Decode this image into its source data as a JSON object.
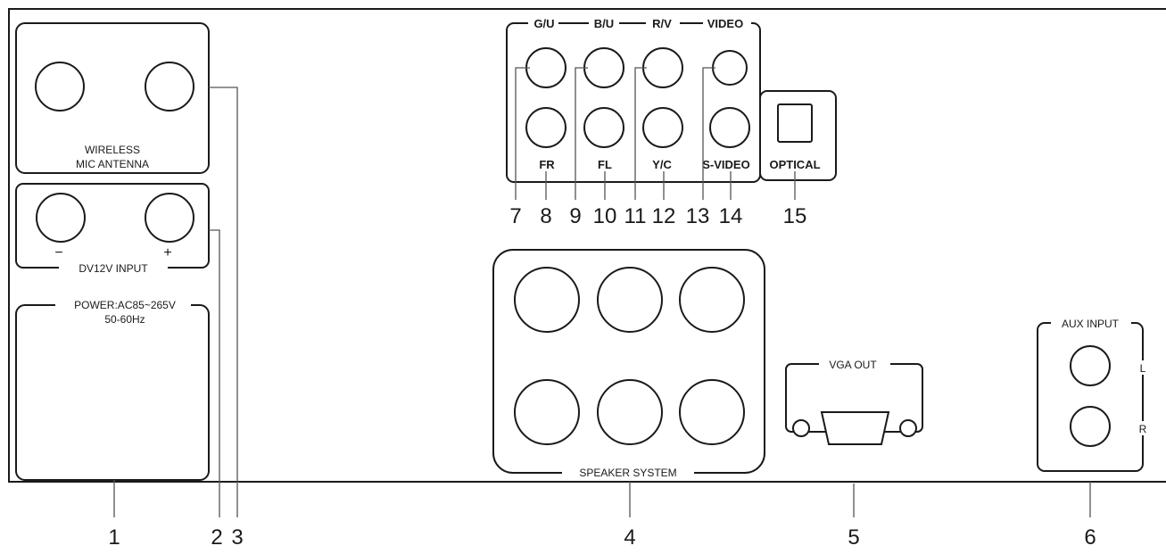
{
  "labels": {
    "wireless_line1": "WIRELESS",
    "wireless_line2": "MIC ANTENNA",
    "dc_minus": "−",
    "dc_plus": "+",
    "dc_input": "DV12V  INPUT",
    "power_line1": "POWER:AC85~265V",
    "power_line2": "50-60Hz",
    "gu": "G/U",
    "bu": "B/U",
    "rv": "R/V",
    "video": "VIDEO",
    "fr": "FR",
    "fl": "FL",
    "yc": "Y/C",
    "svideo": "S-VIDEO",
    "optical": "OPTICAL",
    "speaker_system": "SPEAKER SYSTEM",
    "vga_out": "VGA OUT",
    "aux_input": "AUX INPUT",
    "aux_l": "L",
    "aux_r": "R"
  },
  "callouts": {
    "n1": "1",
    "n2": "2",
    "n3": "3",
    "n4": "4",
    "n5": "5",
    "n6": "6",
    "n7": "7",
    "n8": "8",
    "n9": "9",
    "n10": "10",
    "n11": "11",
    "n12": "12",
    "n13": "13",
    "n14": "14",
    "n15": "15"
  }
}
